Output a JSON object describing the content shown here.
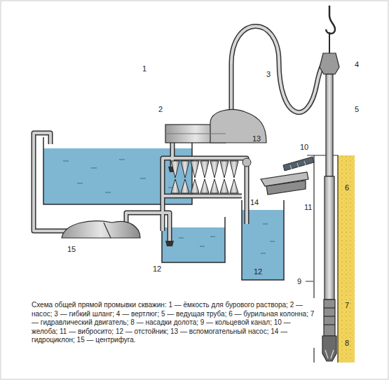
{
  "diagram": {
    "caption": "Схема общей прямой промывки скважин: 1 — ёмкость для бурового раствора; 2 — насос; 3 — гибкий шланг; 4 — вертлюг; 5 — ведущая труба; 6 — бурильная колонна; 7 — гидравлический двигатель; 8 — насадки долота; 9 — кольцевой канал; 10 — желоба; 11 — вибросито; 12 — отстойник; 13 — вспомогательный насос; 14 — гидроциклон; 15 — центрифуга.",
    "labels": [
      "1",
      "2",
      "3",
      "4",
      "5",
      "6",
      "7",
      "8",
      "9",
      "10",
      "11",
      "12",
      "12",
      "13",
      "14",
      "15"
    ]
  }
}
